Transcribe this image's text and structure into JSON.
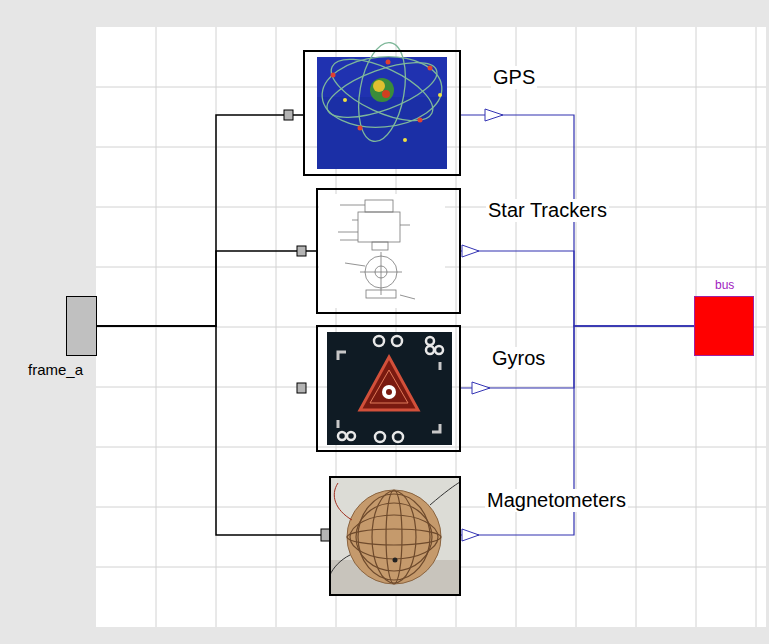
{
  "diagram": {
    "nodes": [
      {
        "text": [
          "frame_a"
        ]
      },
      {
        "text": [
          "GPS"
        ]
      },
      {
        "text": [
          "Star Trackers"
        ]
      },
      {
        "text": [
          "Gyros"
        ]
      },
      {
        "text": [
          "Magnetometers"
        ]
      },
      {
        "text": [
          "bus"
        ]
      }
    ],
    "edges": [
      {
        "from": 0,
        "to": 1,
        "arrow": "none"
      },
      {
        "from": 0,
        "to": 2,
        "arrow": "none"
      },
      {
        "from": 0,
        "to": 4,
        "arrow": "none"
      },
      {
        "from": 1,
        "to": 5,
        "arrow": "none"
      },
      {
        "from": 2,
        "to": 5,
        "arrow": "none"
      },
      {
        "from": 3,
        "to": 5,
        "arrow": "none"
      },
      {
        "from": 4,
        "to": 5,
        "arrow": "none"
      }
    ]
  }
}
